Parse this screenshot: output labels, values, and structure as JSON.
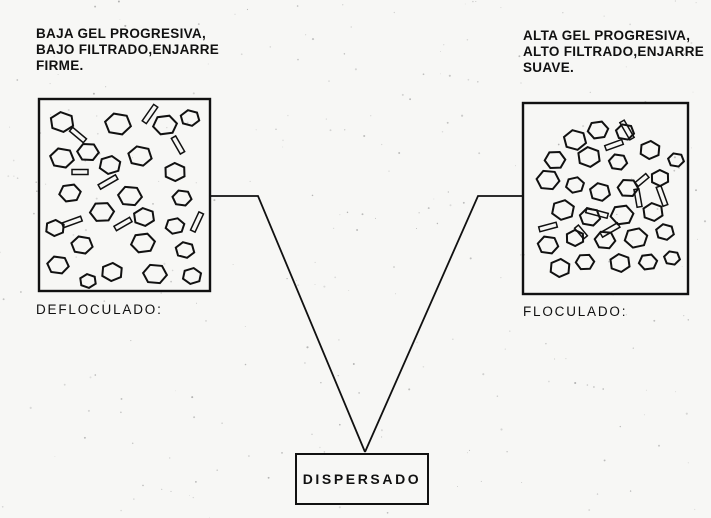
{
  "diagram": {
    "left": {
      "caption_lines": [
        "BAJA GEL PROGRESIVA,",
        "BAJO FILTRADO,ENJARRE",
        "FIRME."
      ],
      "label": "DEFLOCULADO:"
    },
    "right": {
      "caption_lines": [
        "ALTA GEL PROGRESIVA,",
        "ALTO FILTRADO,ENJARRE",
        "SUAVE."
      ],
      "label": "FLOCULADO:"
    },
    "center": {
      "label": "DISPERSADO"
    }
  }
}
